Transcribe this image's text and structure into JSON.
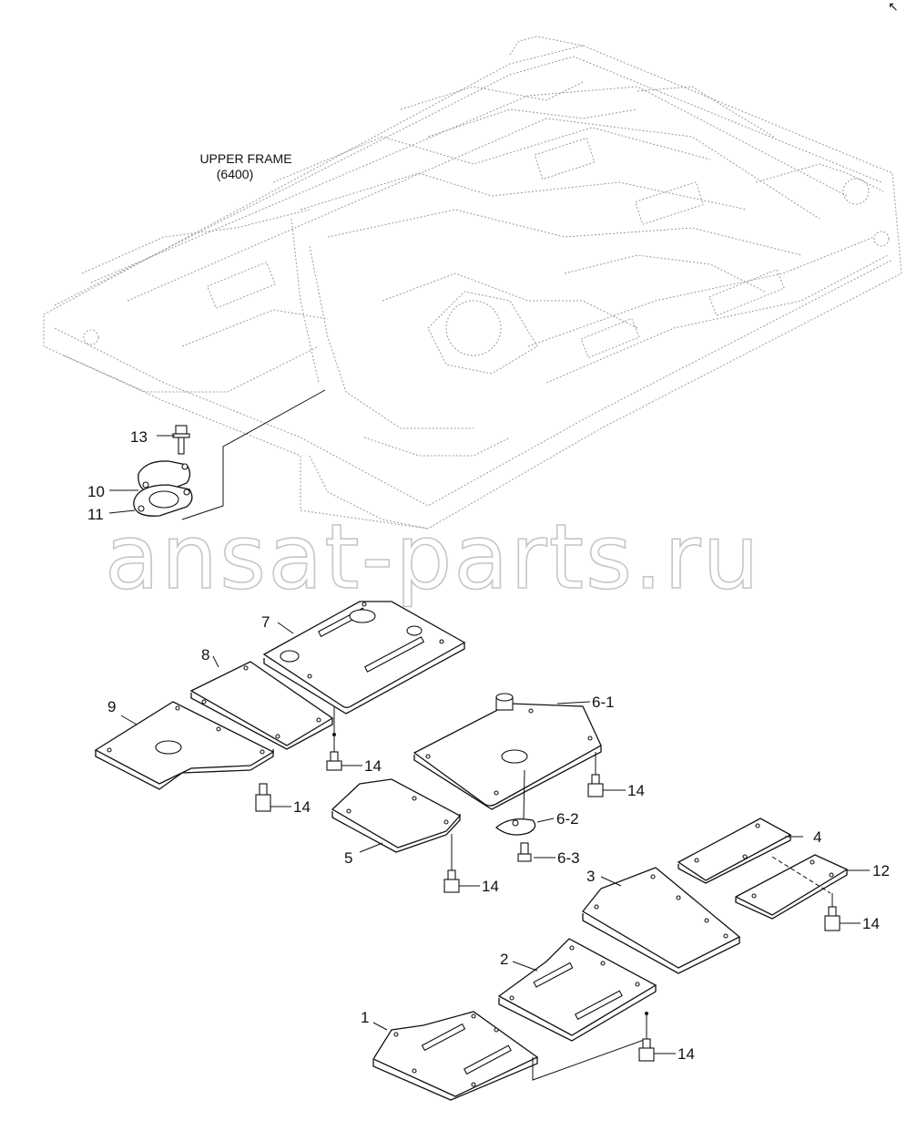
{
  "diagram": {
    "header_label": {
      "line1": "UPPER FRAME",
      "line2": "(6400)"
    },
    "watermark": "ansat-parts.ru",
    "corner_mark": "↖",
    "callouts": [
      {
        "id": "c13",
        "text": "13"
      },
      {
        "id": "c10",
        "text": "10"
      },
      {
        "id": "c11",
        "text": "11"
      },
      {
        "id": "c7",
        "text": "7"
      },
      {
        "id": "c8",
        "text": "8"
      },
      {
        "id": "c9",
        "text": "9"
      },
      {
        "id": "c6-1",
        "text": "6-1"
      },
      {
        "id": "c6-2",
        "text": "6-2"
      },
      {
        "id": "c6-3",
        "text": "6-3"
      },
      {
        "id": "c5",
        "text": "5"
      },
      {
        "id": "c4",
        "text": "4"
      },
      {
        "id": "c12",
        "text": "12"
      },
      {
        "id": "c3",
        "text": "3"
      },
      {
        "id": "c2",
        "text": "2"
      },
      {
        "id": "c1",
        "text": "1"
      },
      {
        "id": "c14a",
        "text": "14"
      },
      {
        "id": "c14b",
        "text": "14"
      },
      {
        "id": "c14c",
        "text": "14"
      },
      {
        "id": "c14d",
        "text": "14"
      },
      {
        "id": "c14e",
        "text": "14"
      },
      {
        "id": "c14f",
        "text": "14"
      }
    ]
  }
}
